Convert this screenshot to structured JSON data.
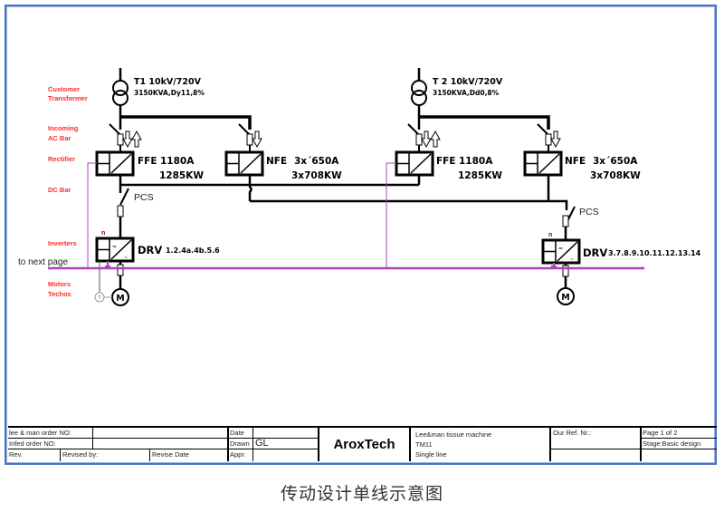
{
  "diagram": {
    "row_labels": {
      "customer_transformer": [
        "Customer",
        "Transformer"
      ],
      "incoming_ac_bar": [
        "Incoming",
        "AC Bar"
      ],
      "rectifier": "Rectifier",
      "dc_bar": "DC Bar",
      "inverters": "Inverters",
      "motors": [
        "Motors",
        "Techos"
      ]
    },
    "transformers": [
      {
        "name": "T1 10kV/720V",
        "spec": "3150KVA,Dy11,8%"
      },
      {
        "name": "T 2  10kV/720V",
        "spec": "3150KVA,Dd0,8%"
      }
    ],
    "rectifiers": [
      {
        "type": "FFE",
        "current": "1180A",
        "power": "1285KW"
      },
      {
        "type": "NFE",
        "current": "3x´650A",
        "power": "3x708KW"
      },
      {
        "type": "FFE",
        "current": "1180A",
        "power": "1285KW"
      },
      {
        "type": "NFE",
        "current": "3x´650A",
        "power": "3x708KW"
      }
    ],
    "pcs_label": "PCS",
    "inverters": [
      {
        "type": "DRV",
        "numbers": "1.2.4a.4b.5.6",
        "n_label": "n"
      },
      {
        "type": "DRV",
        "numbers": "3.7.8.9.10.11.12.13.14",
        "n_label": "n"
      }
    ],
    "motor_label": "M",
    "tacho_label": "T",
    "to_next_page": "to next page",
    "colors": {
      "signal_line": "#b040c0",
      "row_label": "#ff2a2a",
      "frame": "#4a72c4"
    }
  },
  "title_block": {
    "lee_order_label": "lee & man order NO:",
    "infed_order_label": "Infed order NO:",
    "rev_label": "Rev.",
    "revised_by_label": "Revised by:",
    "revise_date_label": "Revise Date",
    "date_label": "Date",
    "drawn_label": "Drawn",
    "drawn_value": "GL",
    "appr_label": "Appr.",
    "company": "AroxTech",
    "project_lines": [
      "Lee&man tissue machine",
      "TM11",
      "Single line"
    ],
    "our_ref_label": "Our Ref. Nr.:",
    "page_label": "Page 1 of  2",
    "stage_label": "Stage:Basic design"
  },
  "caption": "传动设计单线示意图"
}
